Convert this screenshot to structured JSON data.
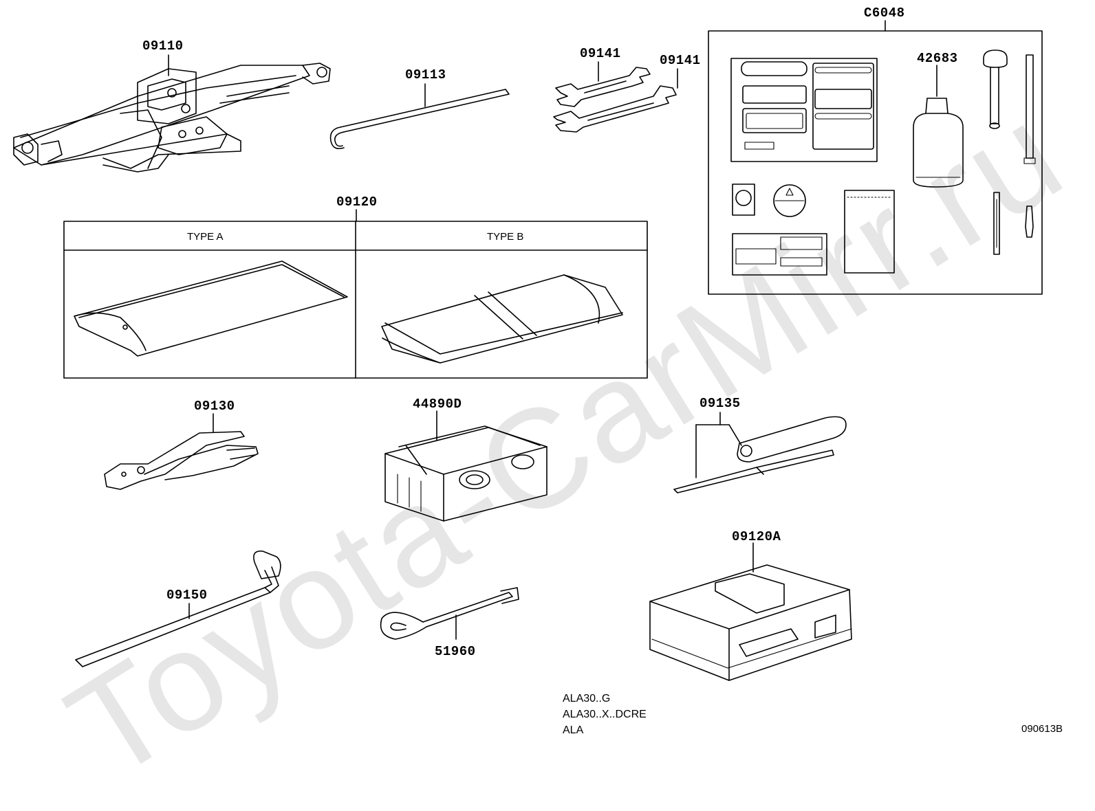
{
  "watermark": "Toyota-CarMirr.ru",
  "parts": {
    "p09110": "09110",
    "p09113": "09113",
    "p09141a": "09141",
    "p09141b": "09141",
    "pC6048": "C6048",
    "p42683": "42683",
    "p09120": "09120",
    "p09130": "09130",
    "p44890D": "44890D",
    "p09135": "09135",
    "p09120A": "09120A",
    "p09150": "09150",
    "p51960": "51960"
  },
  "types": {
    "a": "TYPE A",
    "b": "TYPE B"
  },
  "models": [
    "ALA30..G",
    "ALA30..X..DCRE",
    "ALA"
  ],
  "figure_id": "090613B"
}
